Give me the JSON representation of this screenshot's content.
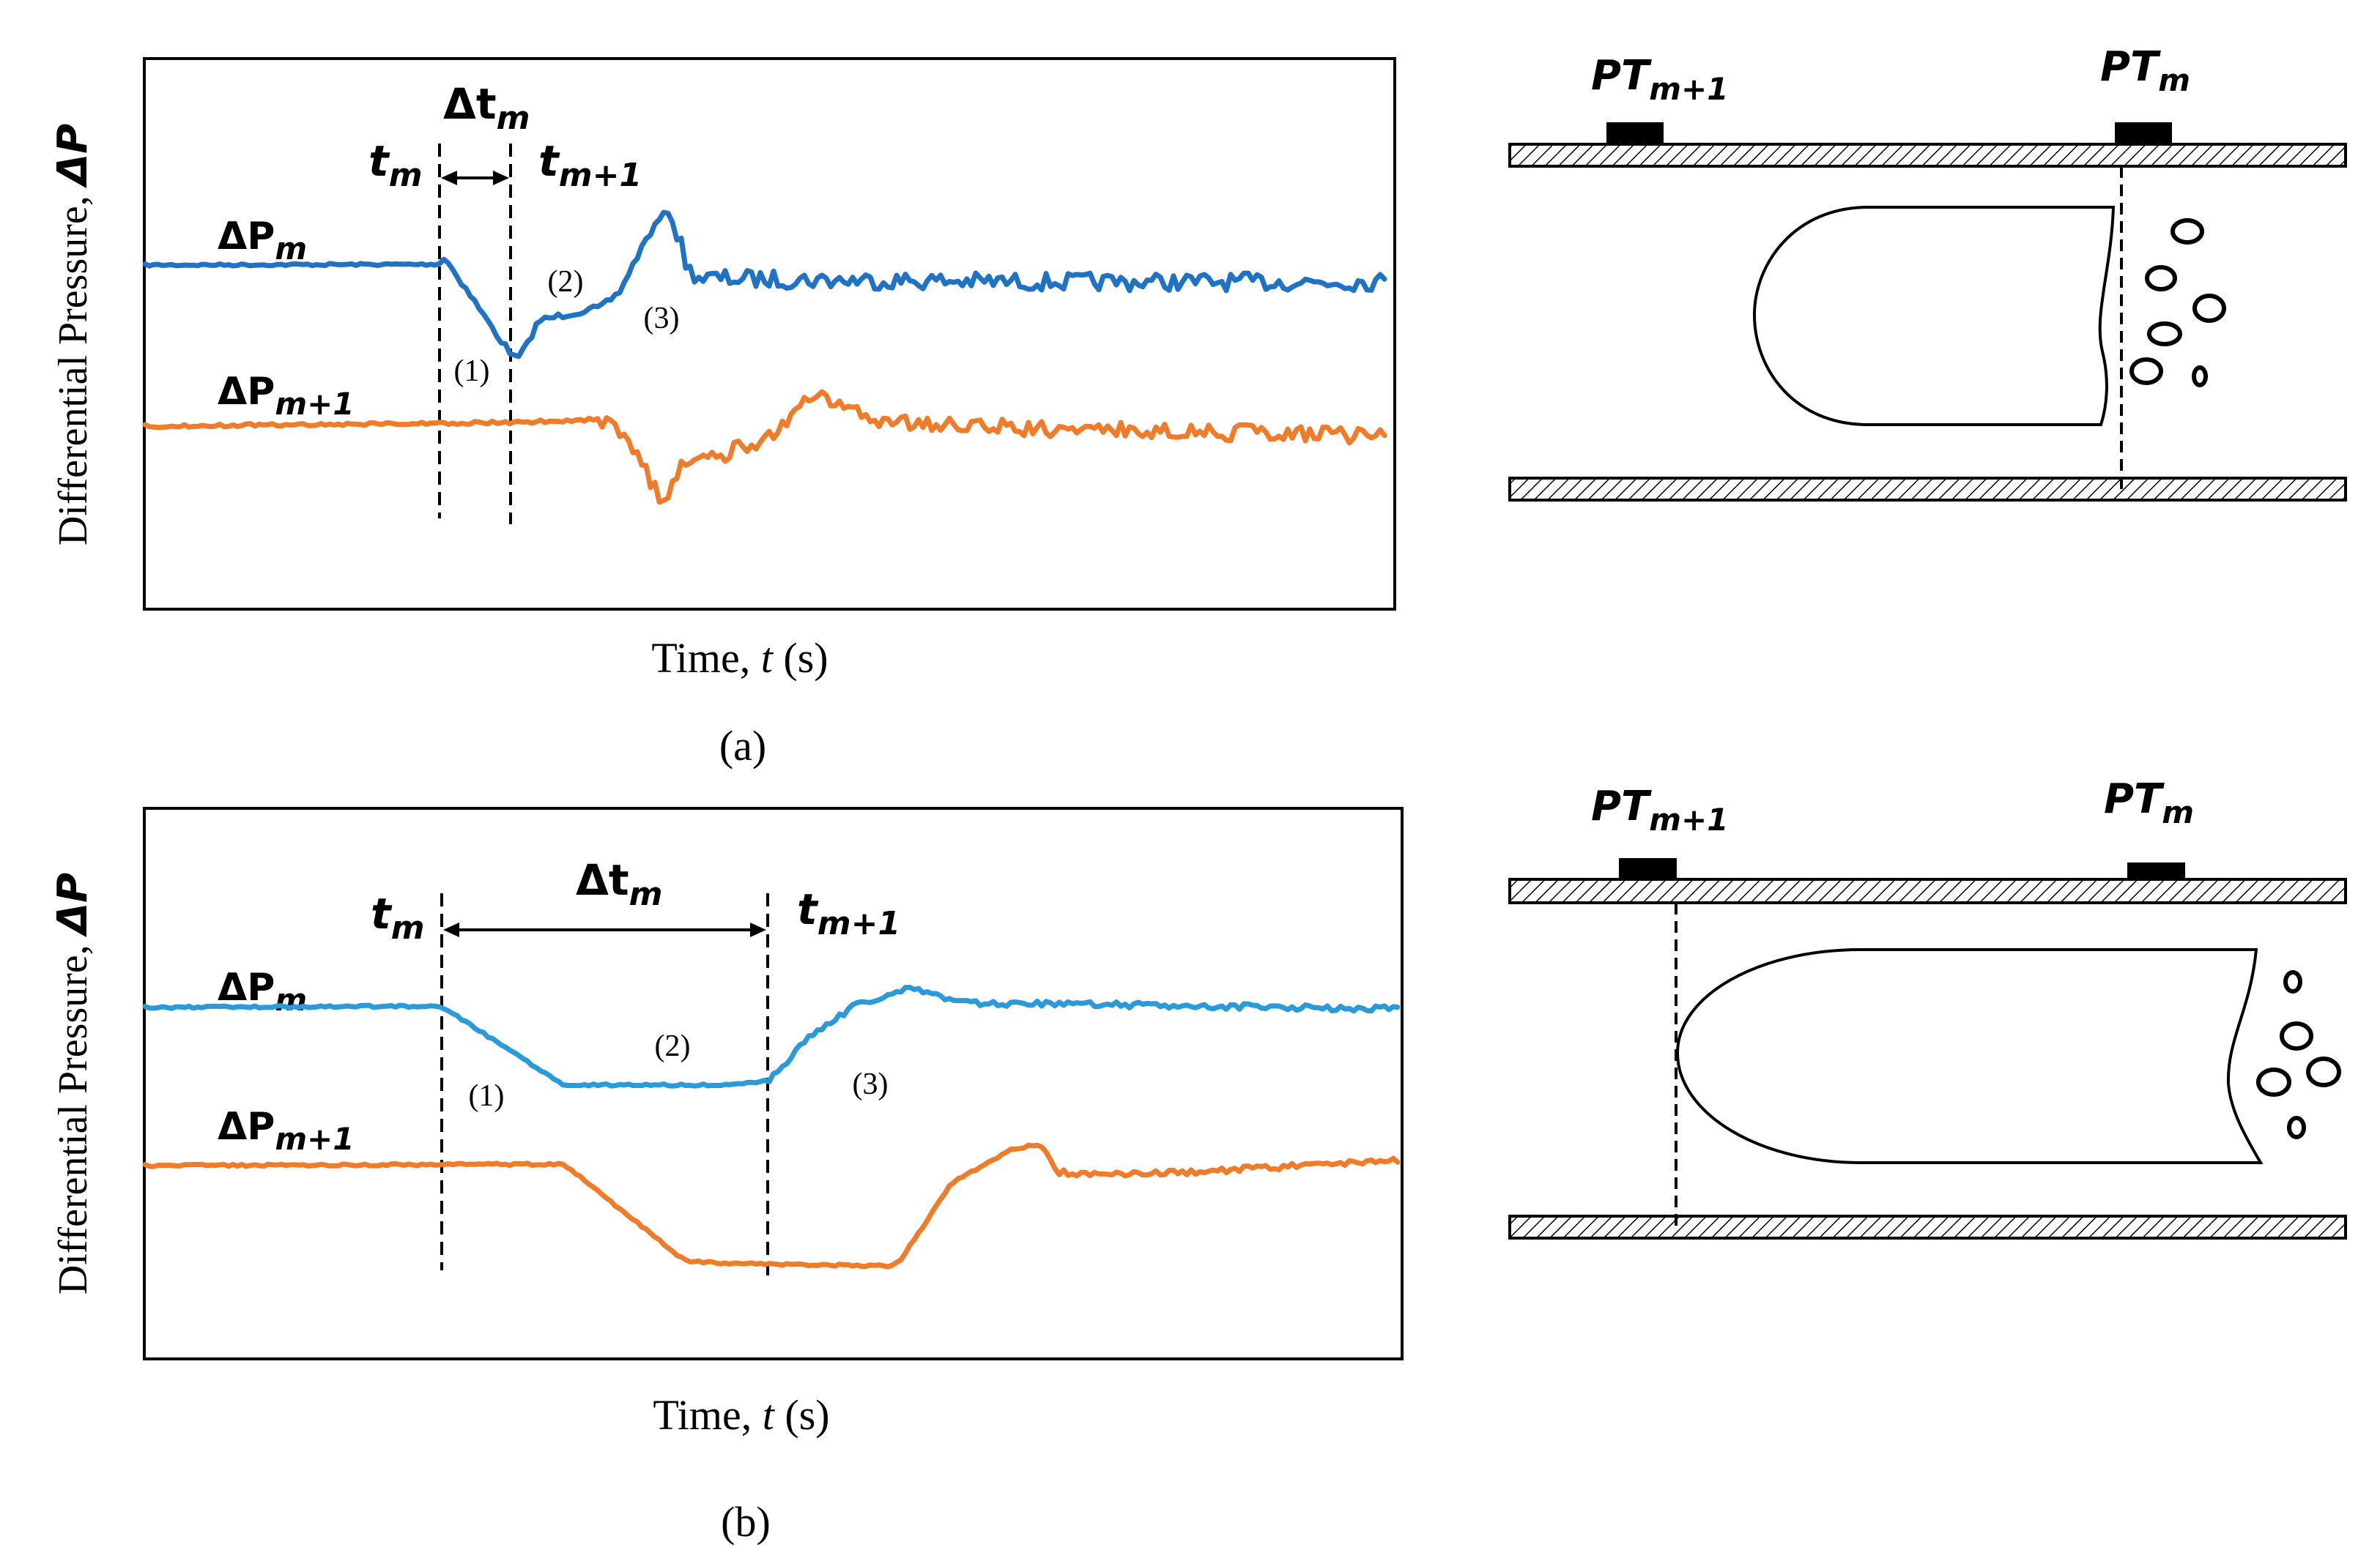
{
  "colors": {
    "delta_p_m_a": "#1f72c4",
    "delta_p_m_b": "#2a9ad8",
    "delta_p_m1": "#f07c2a",
    "frame": "#000000",
    "hatch": "#000000"
  },
  "panels": [
    {
      "id": "a",
      "caption": "(a)",
      "ylabel": "Differential Pressure, ",
      "ylabel_symbol": "ΔP",
      "xlabel": "Time, ",
      "xlabel_var": "t",
      "xlabel_unit": " (s)",
      "marker_tm": {
        "base": "t",
        "sub": "m"
      },
      "marker_tm1": {
        "base": "t",
        "sub": "m+1"
      },
      "marker_delta": {
        "base": "Δt",
        "sub": "m"
      },
      "series_m": {
        "base": "ΔP",
        "sub": "m"
      },
      "series_m1": {
        "base": "ΔP",
        "sub": "m+1"
      },
      "stages": [
        "(1)",
        "(2)",
        "(3)"
      ],
      "sensor_left": {
        "base": "PT",
        "sub": "m+1"
      },
      "sensor_right": {
        "base": "PT",
        "sub": "m"
      }
    },
    {
      "id": "b",
      "caption": "(b)",
      "ylabel": "Differential Pressure, ",
      "ylabel_symbol": "ΔP",
      "xlabel": "Time, ",
      "xlabel_var": "t",
      "xlabel_unit": " (s)",
      "marker_tm": {
        "base": "t",
        "sub": "m"
      },
      "marker_tm1": {
        "base": "t",
        "sub": "m+1"
      },
      "marker_delta": {
        "base": "Δt",
        "sub": "m"
      },
      "series_m": {
        "base": "ΔP",
        "sub": "m"
      },
      "series_m1": {
        "base": "ΔP",
        "sub": "m+1"
      },
      "stages": [
        "(1)",
        "(2)",
        "(3)"
      ],
      "sensor_left": {
        "base": "PT",
        "sub": "m+1"
      },
      "sensor_right": {
        "base": "PT",
        "sub": "m"
      }
    }
  ]
}
